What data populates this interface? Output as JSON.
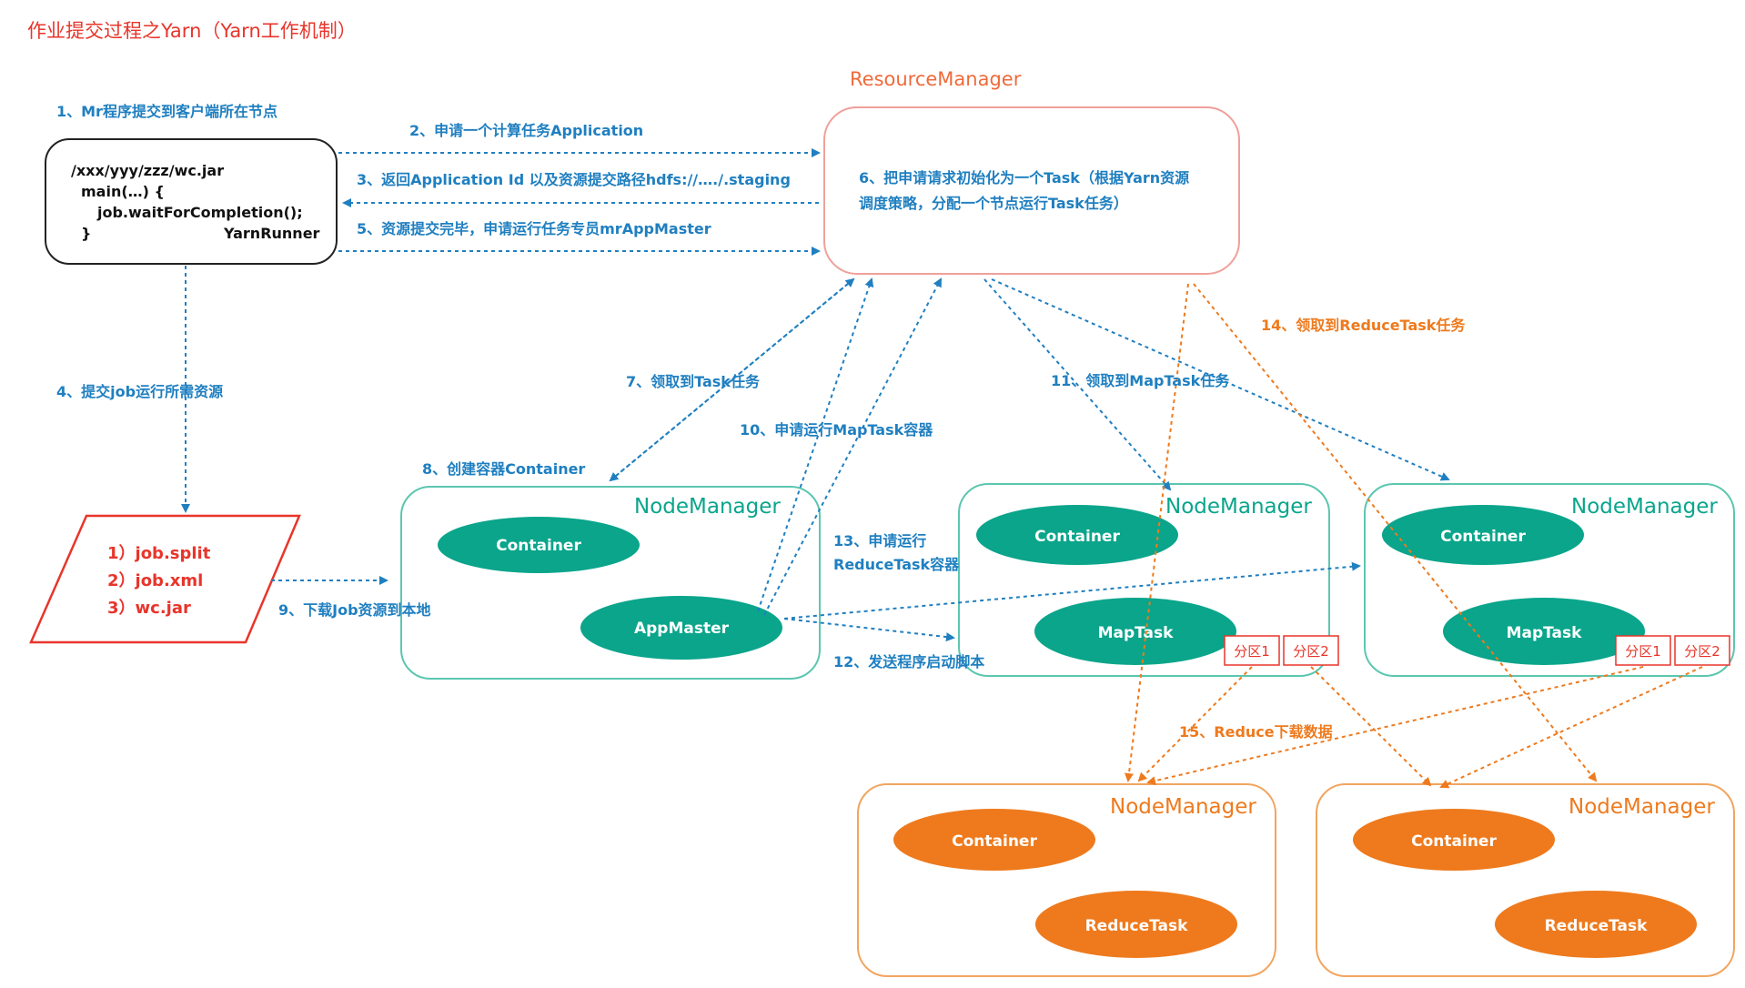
{
  "title": "作业提交过程之Yarn（Yarn工作机制）",
  "colors": {
    "title_red": "#e8352b",
    "blue": "#1f7fc0",
    "teal": "#0aa58b",
    "teal_border": "#5cc6b0",
    "orange": "#ee7a1d",
    "red": "#e8352b",
    "salmon": "#f08070"
  },
  "client": {
    "code_lines": [
      "/xxx/yyy/zzz/wc.jar",
      "main(…) {",
      "job.waitForCompletion();",
      "}"
    ],
    "runner_label": "YarnRunner"
  },
  "resource_manager": {
    "label": "ResourceManager",
    "text_lines": [
      "6、把申请请求初始化为一个Task（根据Yarn资源",
      "调度策略，分配一个节点运行Task任务）"
    ]
  },
  "resources_box": {
    "lines": [
      "1）job.split",
      "2）job.xml",
      "3）wc.jar"
    ]
  },
  "node_managers": {
    "label": "NodeManager",
    "container": "Container",
    "app_master": "AppMaster",
    "map_task": "MapTask",
    "reduce_task": "ReduceTask",
    "partition1": "分区1",
    "partition2": "分区2"
  },
  "steps": {
    "s1": "1、Mr程序提交到客户端所在节点",
    "s2": "2、申请一个计算任务Application",
    "s3": "3、返回Application Id 以及资源提交路径hdfs://…./.staging",
    "s4": "4、提交job运行所需资源",
    "s5": "5、资源提交完毕，申请运行任务专员mrAppMaster",
    "s7": "7、领取到Task任务",
    "s8": "8、创建容器Container",
    "s9": "9、下载Job资源到本地",
    "s10": "10、申请运行MapTask容器",
    "s11": "11、领取到MapTask任务",
    "s12": "12、发送程序启动脚本",
    "s13_line1": "13、申请运行",
    "s13_line2": "ReduceTask容器",
    "s14": "14、领取到ReduceTask任务",
    "s15": "15、Reduce下载数据"
  }
}
